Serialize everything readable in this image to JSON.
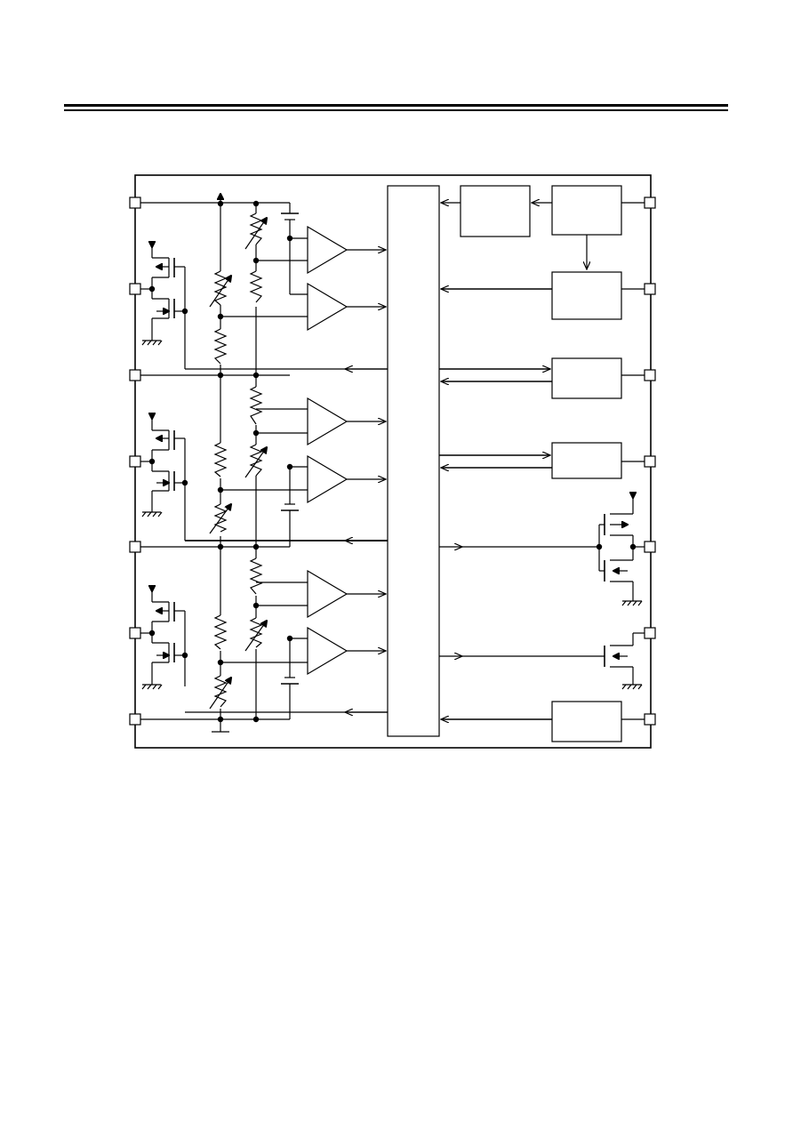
{
  "colors": {
    "ink": "#000000",
    "paper": "#ffffff"
  },
  "header": {
    "rule_style": "double"
  },
  "diagram": {
    "type": "block-diagram",
    "left_pins": 7,
    "right_pins": 7,
    "comparators": 6,
    "functional_blocks": 6,
    "text_labels": []
  }
}
